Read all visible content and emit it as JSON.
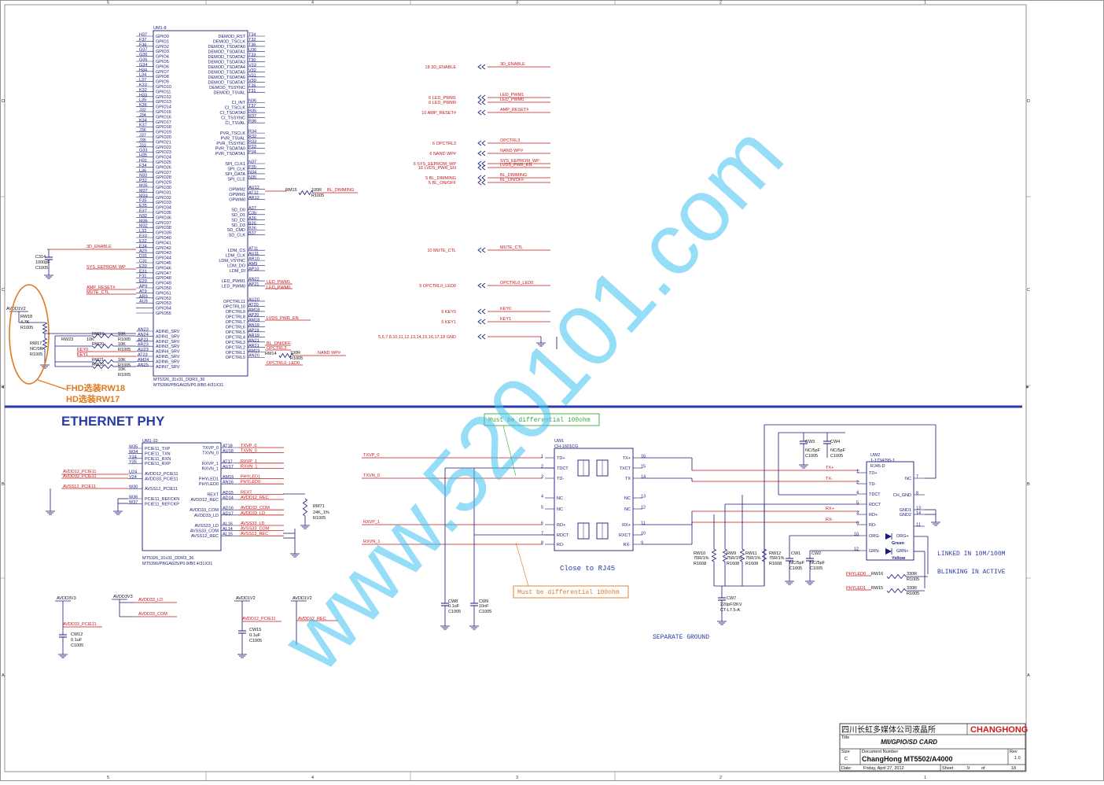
{
  "watermark": "www.520101.com",
  "frame": {
    "col_markers": [
      "5",
      "4",
      "3",
      "2",
      "1"
    ],
    "row_markers_top": [
      "D",
      "C"
    ],
    "row_markers_bottom": [
      "B",
      "A"
    ]
  },
  "um1_8": {
    "title": "UM1-8",
    "part": "MT5326_31x31_DDR3_36",
    "pkg": "MT5396/PBGA625/P0.8/B0.4/31X31",
    "left_pins": [
      [
        "H37",
        "GPIO0"
      ],
      [
        "F37",
        "GPIO1"
      ],
      [
        "F36",
        "GPIO2"
      ],
      [
        "G37",
        "GPIO3"
      ],
      [
        "G36",
        "GPIO4"
      ],
      [
        "G35",
        "GPIO5"
      ],
      [
        "G34",
        "GPIO6"
      ],
      [
        "H34",
        "GPIO7"
      ],
      [
        "L34",
        "GPIO8"
      ],
      [
        "L37",
        "GPIO9"
      ],
      [
        "K33",
        "GPIO10"
      ],
      [
        "K32",
        "GPIO11"
      ],
      [
        "H33",
        "GPIO12"
      ],
      [
        "L35",
        "GPIO13"
      ],
      [
        "K36",
        "GPIO14"
      ],
      [
        "J32",
        "GPIO15"
      ],
      [
        "J34",
        "GPIO16"
      ],
      [
        "K34",
        "GPIO17"
      ],
      [
        "K37",
        "GPIO18"
      ],
      [
        "J36",
        "GPIO19"
      ],
      [
        "J37",
        "GPIO20"
      ],
      [
        "J35",
        "GPIO21"
      ],
      [
        "J33",
        "GPIO22"
      ],
      [
        "G33",
        "GPIO23"
      ],
      [
        "H35",
        "GPIO24"
      ],
      [
        "H31",
        "GPIO25"
      ],
      [
        "F34",
        "GPIO26"
      ],
      [
        "L36",
        "GPIO27"
      ],
      [
        "N33",
        "GPIO28"
      ],
      [
        "P32",
        "GPIO29"
      ],
      [
        "M35",
        "GPIO30"
      ],
      [
        "M37",
        "GPIO31"
      ],
      [
        "M33",
        "GPIO32"
      ],
      [
        "F35",
        "GPIO33"
      ],
      [
        "E35",
        "GPIO34"
      ],
      [
        "E37",
        "GPIO35"
      ],
      [
        "N32",
        "GPIO36"
      ],
      [
        "M36",
        "GPIO37"
      ],
      [
        "M32",
        "GPIO38"
      ],
      [
        "L33",
        "GPIO39"
      ],
      [
        "E33",
        "GPIO40"
      ],
      [
        "E32",
        "GPIO41"
      ],
      [
        "E34",
        "GPIO42"
      ],
      [
        "A29",
        "GPIO43"
      ],
      [
        "D31",
        "GPIO44"
      ],
      [
        "C31",
        "GPIO45"
      ],
      [
        "E30",
        "GPIO46"
      ],
      [
        "E31",
        "GPIO47"
      ],
      [
        "F31",
        "GPIO48"
      ],
      [
        "E29",
        "GPIO49"
      ],
      [
        "AP9",
        "GPIO50"
      ],
      [
        "AT9",
        "GPIO51"
      ],
      [
        "AR9",
        "GPIO52"
      ],
      [
        "AU9",
        "GPIO53"
      ],
      [
        "",
        "GPIO54"
      ],
      [
        "",
        "GPIO55"
      ]
    ],
    "adin_pins": [
      [
        "AN23",
        "ADIN0_SRV"
      ],
      [
        "AN24",
        "ADIN1_SRV"
      ],
      [
        "AP23",
        "ADIN2_SRV"
      ],
      [
        "AR23",
        "ADIN3_SRV"
      ],
      [
        "AU23",
        "ADIN4_SRV"
      ],
      [
        "AT23",
        "ADIN5_SRV"
      ],
      [
        "AM24",
        "ADIN6_SRV"
      ],
      [
        "AN25",
        "ADIN7_SRV"
      ]
    ],
    "right_pins": [
      [
        "DEMOD_RST",
        "T34"
      ],
      [
        "DEMOD_TSCLK",
        "T32"
      ],
      [
        "DEMOD_TSDATA0",
        "T36"
      ],
      [
        "DEMOD_TSDATA1",
        "U36"
      ],
      [
        "DEMOD_TSDATA2",
        "T33"
      ],
      [
        "DEMOD_TSDATA3",
        "T30"
      ],
      [
        "DEMOD_TSDATA4",
        "V33"
      ],
      [
        "DEMOD_TSDATA5",
        "V32"
      ],
      [
        "DEMOD_TSDATA6",
        "V31"
      ],
      [
        "DEMOD_TSDATA7",
        "V30"
      ],
      [
        "DEMOD_TSSYNC",
        "T35"
      ],
      [
        "DEMOD_TSVAL",
        "T31"
      ],
      [
        "",
        ""
      ],
      [
        "CI_INT",
        "N36"
      ],
      [
        "CI_TSCLK",
        "T37"
      ],
      [
        "CI_TSDATA0",
        "R35"
      ],
      [
        "CI_TSSYNC",
        "R37"
      ],
      [
        "CI_TSVAL",
        "R36"
      ],
      [
        "",
        ""
      ],
      [
        "PVR_TSCLK",
        "R34"
      ],
      [
        "PVR_TSVAL",
        "R32"
      ],
      [
        "PVR_TSSYNC",
        "R33"
      ],
      [
        "PVR_TSDATA0",
        "P33"
      ],
      [
        "PVR_TSDATA1",
        "P34"
      ],
      [
        "",
        ""
      ],
      [
        "SPI_CLK1",
        "N37"
      ],
      [
        "SPI_CLK",
        "P35"
      ],
      [
        "SPI_DATA",
        "N34"
      ],
      [
        "SPI_CLE",
        "N35"
      ],
      [
        "",
        ""
      ],
      [
        "OPWM2",
        "AU12"
      ],
      [
        "OPWM1",
        "AT12"
      ],
      [
        "OPWM0",
        "AR12"
      ],
      [
        "",
        ""
      ],
      [
        "SD_D0",
        "A37"
      ],
      [
        "SD_D1",
        "C35"
      ],
      [
        "SD_D2",
        "A36"
      ],
      [
        "SD_D3",
        "B35"
      ],
      [
        "SD_CMD",
        "B36"
      ],
      [
        "SD_CLK",
        "B37"
      ],
      [
        "",
        ""
      ],
      [
        "",
        ""
      ],
      [
        "LDM_CS",
        "AT11"
      ],
      [
        "LDM_CLK",
        "AU11"
      ],
      [
        "LDM_VSYNC",
        "AR10"
      ],
      [
        "LDM_DO",
        "AM9"
      ],
      [
        "LDM_DI",
        "AP10"
      ],
      [
        "",
        ""
      ],
      [
        "LED_PWM1",
        "AN22"
      ],
      [
        "LED_PWM0",
        "AP21"
      ],
      [
        "",
        ""
      ],
      [
        "",
        ""
      ],
      [
        "OPCTRL11",
        "AU20"
      ],
      [
        "OPCTRL10",
        "AT20"
      ],
      [
        "OPCTRL9",
        "AM18"
      ],
      [
        "OPCTRL8",
        "AP20"
      ],
      [
        "OPCTRL7",
        "AM18"
      ],
      [
        "OPCTRL6",
        "AN19"
      ],
      [
        "OPCTRL5",
        "AP19"
      ],
      [
        "OPCTRL4",
        "AR19"
      ],
      [
        "OPCTRL3",
        "AN21"
      ],
      [
        "OPCTRL2",
        "AR21"
      ],
      [
        "OPCTRL1",
        "AM19"
      ],
      [
        "OPCTRL0",
        "AN20"
      ]
    ]
  },
  "left_nets": {
    "3d_enable": "3D_ENABLE",
    "c314": [
      "C314",
      "1000pF",
      "C1005"
    ],
    "sys_eeprom": "SYS_EEPROM_WP",
    "amp_reset": "AMP_RESET#",
    "mute": "MUTE_CTL",
    "avdd": "AVDD1V2",
    "rw18": [
      "RW18",
      "4.7K",
      "R1005"
    ],
    "rw17": [
      "RW17",
      "NC/0R",
      "R1005"
    ],
    "rw19": [
      "RW19",
      "10K",
      "R1005"
    ],
    "rw23": [
      "RW23",
      "10K",
      "R1005"
    ],
    "rw20": [
      "RW20",
      "10K",
      "R1005"
    ],
    "key0": "KEY0",
    "key1": "KEY1",
    "rw21": [
      "RW21",
      "10K",
      "R1005"
    ],
    "rw22": [
      "RW22",
      "10K",
      "R1005"
    ],
    "note1": "FHD选装RW18",
    "note2": "HD选装RW17"
  },
  "mid_nets": {
    "rm15": [
      "RM15",
      "100R",
      "R1005"
    ],
    "bl_dimming": "BL_DIMMING",
    "led_pwm1": "LED_PWM1",
    "led_pwm0": "LED_PWM0",
    "lvds_pwr_en": "LVDS_PWR_EN",
    "bl_on_off": "BL_ON/OFF",
    "opctrl3": "OPCTRL3",
    "rm14": [
      "RM14",
      "100R",
      "R1005"
    ],
    "opctrl0_led0": "OPCTRL0_LED0",
    "nand_wp": "NAND WP#"
  },
  "offpage": [
    [
      "18",
      "3D_ENABLE",
      "3D_ENABLE"
    ],
    [
      "6",
      "LED_PWM1",
      "LED_PWM1"
    ],
    [
      "6",
      "LED_PWM0",
      "LED_PWM0"
    ],
    [
      "10",
      "AMP_RESET#",
      "AMP_RESET#"
    ],
    [
      "6",
      "OPCTRL3",
      "OPCTRL3"
    ],
    [
      "6",
      "NAND WP#",
      "NAND WP#"
    ],
    [
      "6",
      "SYS_EEPROM_WP",
      "SYS_EEPROM_WP"
    ],
    [
      "16",
      "LVDS_PWR_EN",
      "LVDS_PWR_EN"
    ],
    [
      "5",
      "BL_DIMMING",
      "BL_DIMMING"
    ],
    [
      "5",
      "BL_ON/OFF",
      "BL_ON/OFF"
    ],
    [
      "10",
      "MUTE_CTL",
      "MUTE_CTL"
    ],
    [
      "5",
      "OPCTRL0_LED0",
      "OPCTRL0_LED0"
    ],
    [
      "5",
      "KEY0",
      "KEY0"
    ],
    [
      "5",
      "KEY1",
      "KEY1"
    ],
    [
      "5,6,7,8,10,11,12,13,14,15,16,17,18",
      "GND",
      ""
    ]
  ],
  "ethernet": {
    "title": "ETHERNET PHY",
    "um1_10": {
      "title": "UM1-10",
      "part": "MT5326_31x31_DDR3_36",
      "pkg": "MT5396/PBGA625/P0.8/B0.4/31X31",
      "left": [
        [
          "W35",
          "PCIE11_TXP"
        ],
        [
          "W34",
          "PCIE11_TXN"
        ],
        [
          "Y34",
          "PCIE11_RXN"
        ],
        [
          "Y35",
          "PCIE11_RXP"
        ],
        [
          "",
          ""
        ],
        [
          "U24",
          "AVDD12_PCIE11"
        ],
        [
          "V24",
          "AVDD33_PCIE11"
        ],
        [
          "",
          ""
        ],
        [
          "W30",
          "AVSS12_PCIE11"
        ],
        [
          "",
          ""
        ],
        [
          "W36",
          "PCIE11_REFCKN"
        ],
        [
          "W37",
          "PCIE11_REFCKP"
        ]
      ],
      "right": [
        [
          "TXVP_0",
          "AT18"
        ],
        [
          "TXVN_0",
          "AU18"
        ],
        [
          "",
          ""
        ],
        [
          "RXVP_1",
          "AT17"
        ],
        [
          "RXVN_1",
          "AU17"
        ],
        [
          "",
          ""
        ],
        [
          "PHYLED1",
          "AM16"
        ],
        [
          "PHYLED0",
          "AN16"
        ],
        [
          "",
          ""
        ],
        [
          "REXT",
          "AD15"
        ],
        [
          "AVDD12_REC",
          "AD14"
        ],
        [
          "",
          ""
        ],
        [
          "AVDD33_COM",
          "AD16"
        ],
        [
          "AVDD33_LD",
          "AD17"
        ],
        [
          "",
          ""
        ],
        [
          "AVSS33_LD",
          "AL16"
        ],
        [
          "AVSS33_COM",
          "AL14"
        ],
        [
          "AVSS12_REC",
          "AL15"
        ]
      ],
      "nets_right": [
        "TXVP_0",
        "TXVN_0",
        "",
        "RXVP_1",
        "RXVN_1",
        "",
        "PHYLED1",
        "PHYLED0",
        "",
        "REXT",
        "AVDD12_REC",
        "",
        "AVDD33_COM",
        "AVDD33_LD",
        "",
        "AVSS33_LD",
        "AVSS33_COM",
        "AVSS12_REC"
      ],
      "nets_left": [
        "AVDD12_PCIE11",
        "AVDD33_PCIE11",
        "AVSS12_PCIE11"
      ]
    },
    "rm71": [
      "RM71",
      "24K_1%",
      "R1005"
    ],
    "diff_note_top": "Must be differential 100ohm",
    "diff_note_bottom": "Must be differential 100ohm",
    "close_note": "Close to RJ45",
    "separate_ground": "SEPARATE GROUND",
    "linked": "LINKED IN 10M/100M",
    "blinking": "BLINKING IN ACTIVE",
    "uw1": {
      "title": "UW1",
      "part": "CH-1601CG",
      "left": [
        [
          "1",
          "TD+"
        ],
        [
          "2",
          "TDCT"
        ],
        [
          "3",
          "TD-"
        ],
        [
          "4",
          "NC"
        ],
        [
          "5",
          "NC"
        ],
        [
          "6",
          "RD+"
        ],
        [
          "7",
          "RDCT"
        ],
        [
          "8",
          "RD-"
        ]
      ],
      "right": [
        [
          "16",
          "TX+"
        ],
        [
          "15",
          "TXCT"
        ],
        [
          "14",
          "TX"
        ],
        [
          "13",
          "NC"
        ],
        [
          "12",
          "NC"
        ],
        [
          "11",
          "RX+"
        ],
        [
          "10",
          "RXCT"
        ],
        [
          "9",
          "RX-"
        ]
      ]
    },
    "uw2": {
      "title": "UW2",
      "part": "1-1734795-1",
      "pkg": "RJ45-D",
      "left": [
        [
          "1",
          "TD+"
        ],
        [
          "2",
          "TD-"
        ],
        [
          "4",
          "TDCT"
        ],
        [
          "5",
          "RDCT"
        ],
        [
          "3",
          "RD+"
        ],
        [
          "6",
          "RD-"
        ],
        [
          "10",
          "ORG-"
        ],
        [
          "12",
          "GRN-"
        ]
      ],
      "right": [
        [
          "7",
          "NC"
        ],
        [
          "8",
          "CH_GND"
        ],
        [
          "13",
          "GND1"
        ],
        [
          "14",
          "GND2"
        ],
        [
          "11",
          ""
        ]
      ],
      "org": "ORG+",
      "grn_label": "Green",
      "grn_plus": "GRN+",
      "yellow": "Yellow"
    },
    "line_nets": [
      "TXVP_0",
      "TXVN_0",
      "RXVP_1",
      "RXVN_1"
    ],
    "rj_nets": [
      "TX+",
      "TX-",
      "RX+",
      "RX-"
    ],
    "cw3": [
      "CW3",
      "NC/5pF",
      "C1005"
    ],
    "cw4": [
      "CW4",
      "NC/5pF",
      "C1005"
    ],
    "rw10": [
      "RW10",
      "75R/1%",
      "R1608"
    ],
    "rw9": [
      "RW9",
      "75R/1%",
      "R1608"
    ],
    "rw11": [
      "RW11",
      "75R/1%",
      "R1608"
    ],
    "rw12": [
      "RW12",
      "75R/1%",
      "R1608"
    ],
    "cw1": [
      "CW1",
      "NC/5pF",
      "C1005"
    ],
    "cw2": [
      "CW2",
      "NC/5pF",
      "C1005"
    ],
    "cw7": [
      "CW7",
      "220pF/2KV",
      "CT-L7.5-A"
    ],
    "cw8": [
      "CW8",
      "0.1uF",
      "C1005"
    ],
    "cw9": [
      "CW9",
      "10nF",
      "C1005"
    ],
    "phyled0": "PHYLED0",
    "phyled1": "PHYLED1",
    "rw16": [
      "RW16",
      "330R",
      "R1005"
    ],
    "rw15": [
      "RW15",
      "330R",
      "R1005"
    ]
  },
  "power": {
    "avdd3v3_a": "AVDD3V3",
    "avdd12_pcie11": "AVDD33_PCIE11",
    "cw12": [
      "CW12",
      "0.1uF",
      "C1005"
    ],
    "avdd3v3_b": "AVDD3V3",
    "avdd33_ld": "AVDD33_LD",
    "avdd33_com": "AVDD33_COM",
    "avdd1v2_a": "AVDD1V2",
    "avdd12_pcie11_b": "AVDD12_PCIE11",
    "cw15": [
      "CW15",
      "0.1uF",
      "C1005"
    ],
    "avdd1v2_b": "AVDD1V2",
    "avdd12_rec": "AVDD12_REC"
  },
  "title_block": {
    "company": "四川长虹多媒体公司液晶所",
    "brand": "CHANGHONG",
    "title_label": "Title",
    "title": "MII/GPIO/SD CARD",
    "size_label": "Size",
    "size": "C",
    "docnum_label": "Document Number",
    "docnum": "ChangHong MT5502/A4000",
    "rev_label": "Rev",
    "rev": "1.0",
    "date_label": "Date:",
    "date": "Friday, April 27, 2012",
    "sheet_label": "Sheet",
    "sheet": "9",
    "of_label": "of",
    "of": "18"
  },
  "colors": {
    "pin": "#1a1a7a",
    "net": "#c01818",
    "wire": "#c01818",
    "divider": "#2a3aa8",
    "note_orange": "#e07a20",
    "watermark": "#3fc3f0",
    "title_blue": "#2a3aa8"
  }
}
